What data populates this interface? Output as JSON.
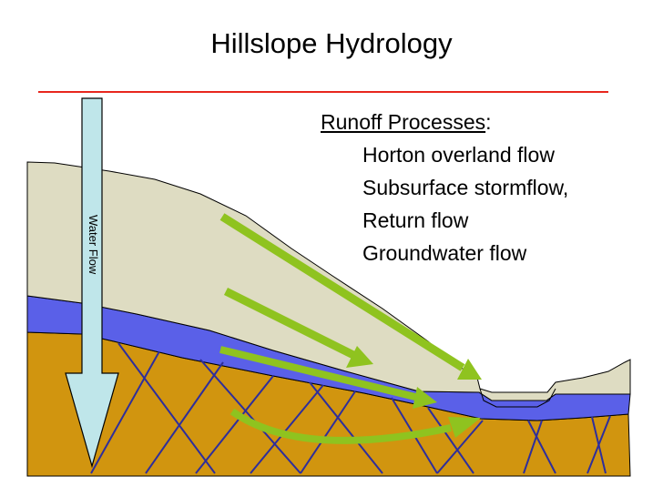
{
  "title": "Hillslope Hydrology",
  "runoff": {
    "heading": "Runoff Processes",
    "colon": ":",
    "items": [
      "Horton overland flow",
      "Subsurface stormflow,",
      "Return flow",
      "Groundwater flow"
    ]
  },
  "water_flow_label": "Water Flow",
  "colors": {
    "title_rule": "#e8261d",
    "soil": "#dedcc2",
    "saturated_layer": "#5a60e8",
    "bedrock": "#d1950f",
    "fractures": "#2e2e9c",
    "arrows": "#8fc31f",
    "water_flow_arrow": "#bfe6ea"
  }
}
